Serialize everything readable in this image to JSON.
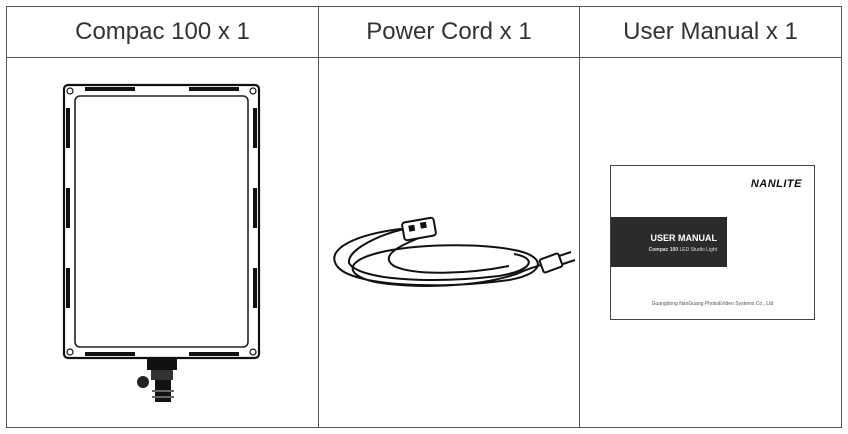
{
  "headers": [
    "Compac 100 x 1",
    "Power Cord x 1",
    "User Manual x 1"
  ],
  "manual": {
    "brand": "NANLITE",
    "title": "USER MANUAL",
    "model": "Compac 100",
    "subtitle": "LED Studio Light",
    "footer": "Guangdong  NanGuang  Photo&Video  Systems  Co.,  Ltd"
  }
}
